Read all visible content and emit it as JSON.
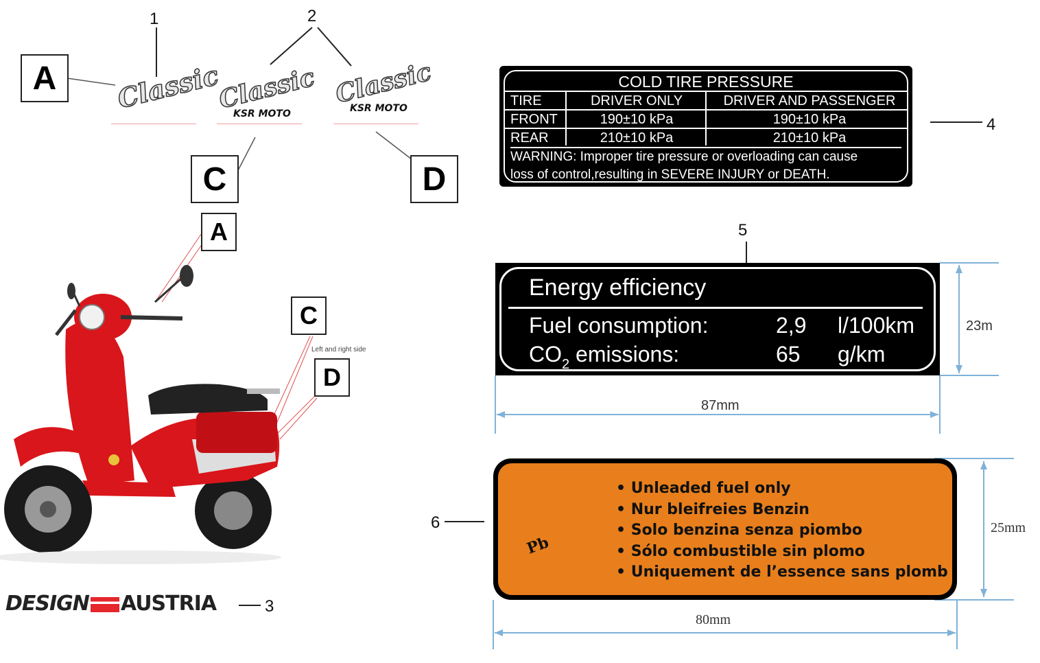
{
  "callouts": {
    "n1": "1",
    "n2": "2",
    "n3": "3",
    "n4": "4",
    "n5": "5",
    "n6": "6"
  },
  "letters": {
    "a_top": "A",
    "c_top": "C",
    "d_top": "D",
    "a_scooter": "A",
    "c_scooter": "C",
    "d_scooter": "D"
  },
  "decals": {
    "classic1": "Classic",
    "classic2": "Classic",
    "classic3": "Classic",
    "ksr2": "KSR MOTO",
    "ksr3": "KSR MOTO",
    "side_note": "Left and right side"
  },
  "brand": {
    "design": "DESIGN",
    "austria": "AUSTRIA",
    "stripe_color": "#e5262a"
  },
  "tire_label": {
    "title": "COLD TIRE PRESSURE",
    "headers": [
      "TIRE",
      "DRIVER ONLY",
      "DRIVER AND PASSENGER"
    ],
    "rows": [
      [
        "FRONT",
        "190±10 kPa",
        "190±10 kPa"
      ],
      [
        "REAR",
        "210±10 kPa",
        "210±10 kPa"
      ]
    ],
    "warning_line1": "WARNING: Improper tire pressure or overloading can cause",
    "warning_line2": "loss of control,resulting in SEVERE INJURY or DEATH."
  },
  "energy_label": {
    "title": "Energy efficiency",
    "fuel_label": "Fuel consumption:",
    "fuel_value": "2,9",
    "fuel_unit": "l/100km",
    "co2_prefix": "CO",
    "co2_sub": "2",
    "co2_suffix": " emissions:",
    "co2_value": "65",
    "co2_unit": "g/km",
    "height_dim": "23m",
    "width_dim": "87mm"
  },
  "fuel_label": {
    "lines": [
      "• Unleaded fuel only",
      "• Nur bleifreies Benzin",
      "• Solo benzina senza piombo",
      "• Sólo combustible sin plomo",
      "• Uniquement de l’essence sans plomb"
    ],
    "pb": "Pb",
    "height_dim": "25mm",
    "width_dim": "80mm",
    "color": "#e87f1c"
  },
  "colors": {
    "scooter_red": "#d9161b",
    "dimension_blue": "#7fb2d8"
  }
}
